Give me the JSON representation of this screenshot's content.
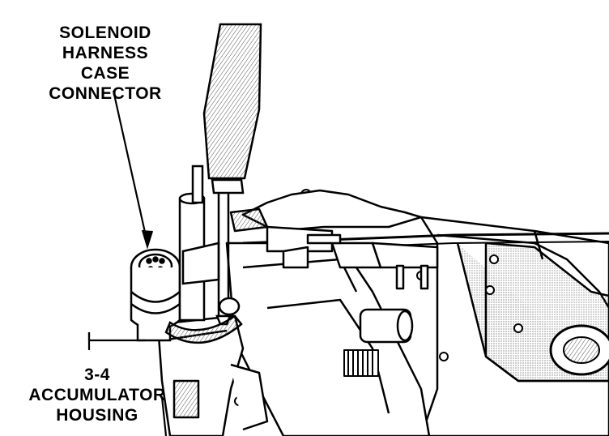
{
  "labels": {
    "solenoid_connector": [
      "SOLENOID",
      "HARNESS CASE",
      "CONNECTOR"
    ],
    "accumulator_housing": [
      "3-4",
      "ACCUMULATOR",
      "HOUSING"
    ]
  },
  "colors": {
    "ink": "#000000",
    "paper": "#ffffff",
    "hatch": "#555555"
  }
}
